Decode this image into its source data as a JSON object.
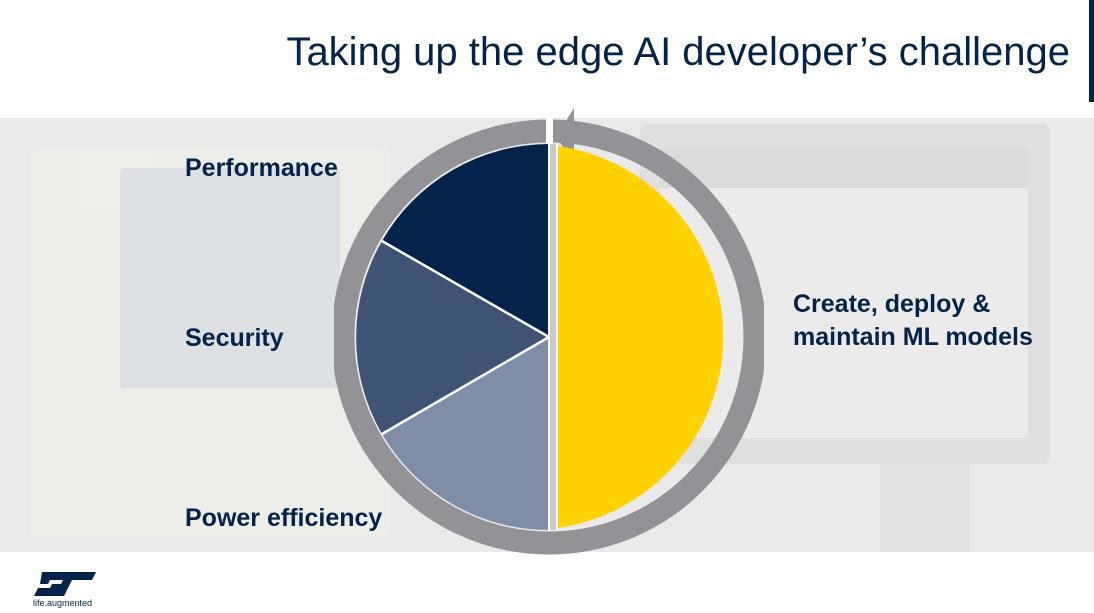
{
  "header": {
    "title": "Taking up the edge AI developer’s challenge"
  },
  "cycle": {
    "segments": [
      {
        "label": "Performance",
        "color": "#03234b"
      },
      {
        "label": "Security",
        "color": "#3f5475"
      },
      {
        "label": "Power efficiency",
        "color": "#7d8ea6"
      },
      {
        "label": "Create, deploy & maintain ML models",
        "color": "#ffd200"
      }
    ],
    "ring_color": "#929297"
  },
  "footer": {
    "tagline": "life.augmented"
  },
  "colors": {
    "primary": "#03234b",
    "accent": "#ffd200",
    "background_band": "#e4e4e4"
  }
}
